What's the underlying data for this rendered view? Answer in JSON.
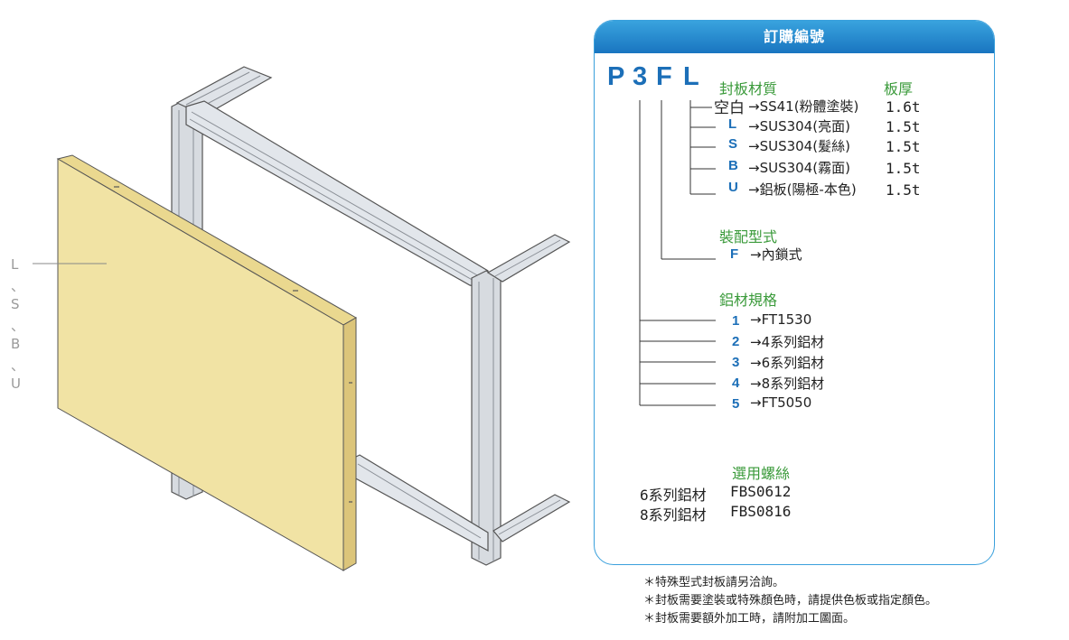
{
  "panel_labels": [
    "L",
    "、",
    "S",
    "、",
    "B",
    "、",
    "U"
  ],
  "order": {
    "header": "訂購編號",
    "code_letters": [
      "P",
      "3",
      "F",
      "L"
    ],
    "section_panel_material": "封板材質",
    "section_thickness": "板厚",
    "panel_options": [
      {
        "code": "空白",
        "desc": "→SS41(粉體塗裝)",
        "thickness": "1.6t"
      },
      {
        "code": "L",
        "desc": "→SUS304(亮面)",
        "thickness": "1.5t"
      },
      {
        "code": "S",
        "desc": "→SUS304(髮絲)",
        "thickness": "1.5t"
      },
      {
        "code": "B",
        "desc": "→SUS304(霧面)",
        "thickness": "1.5t"
      },
      {
        "code": "U",
        "desc": "→鋁板(陽極-本色)",
        "thickness": "1.5t"
      }
    ],
    "section_assembly": "裝配型式",
    "assembly_options": [
      {
        "code": "F",
        "desc": "→內鎖式"
      }
    ],
    "section_profile": "鋁材規格",
    "profile_options": [
      {
        "code": "1",
        "desc": "→FT1530"
      },
      {
        "code": "2",
        "desc": "→4系列鋁材"
      },
      {
        "code": "3",
        "desc": "→6系列鋁材"
      },
      {
        "code": "4",
        "desc": "→8系列鋁材"
      },
      {
        "code": "5",
        "desc": "→FT5050"
      }
    ],
    "section_screws": "選用螺絲",
    "screw_options": [
      {
        "series": "6系列鋁材",
        "part": "FBS0612"
      },
      {
        "series": "8系列鋁材",
        "part": "FBS0816"
      }
    ]
  },
  "notes": [
    "＊特殊型式封板請另洽詢。",
    "＊封板需要塗裝或特殊顏色時，請提供色板或指定顏色。",
    "＊封板需要額外加工時，請附加工圖面。"
  ],
  "colors": {
    "accent": "#1c6fb8",
    "header_top": "#39a3de",
    "header_bottom": "#1975c0",
    "section_green": "#3a9a3a",
    "panel_front": "#f1e3a4",
    "panel_side": "#e3cf84",
    "aluminum": "#d5d9de"
  }
}
